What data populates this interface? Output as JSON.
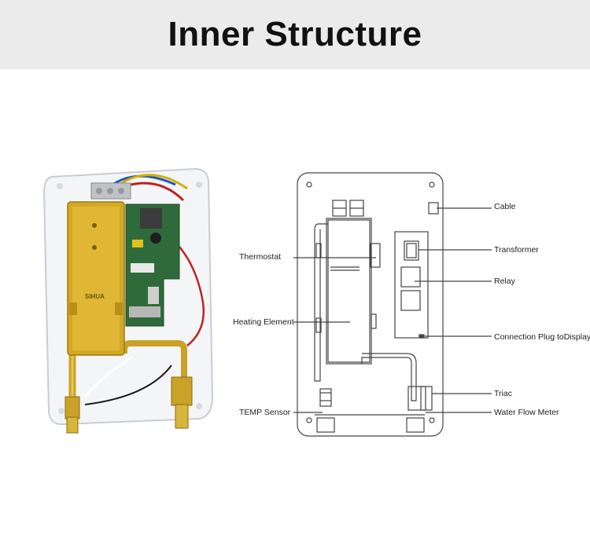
{
  "header": {
    "title": "Inner Structure"
  },
  "colors": {
    "header_bg": "#ebebeb",
    "brass": "#d4a824",
    "pcb": "#2f6b3a"
  },
  "photo": {
    "brand_text": "SIHUA"
  },
  "diagram": {
    "labels": {
      "thermostat": "Thermostat",
      "heating_element": "Heating Element",
      "temp_sensor": "TEMP Sensor",
      "cable": "Cable",
      "transformer": "Transformer",
      "relay": "Relay",
      "connection_plug": "Connection Plug toDisplay",
      "triac": "Triac",
      "water_flow_meter": "Water Flow Meter"
    }
  }
}
